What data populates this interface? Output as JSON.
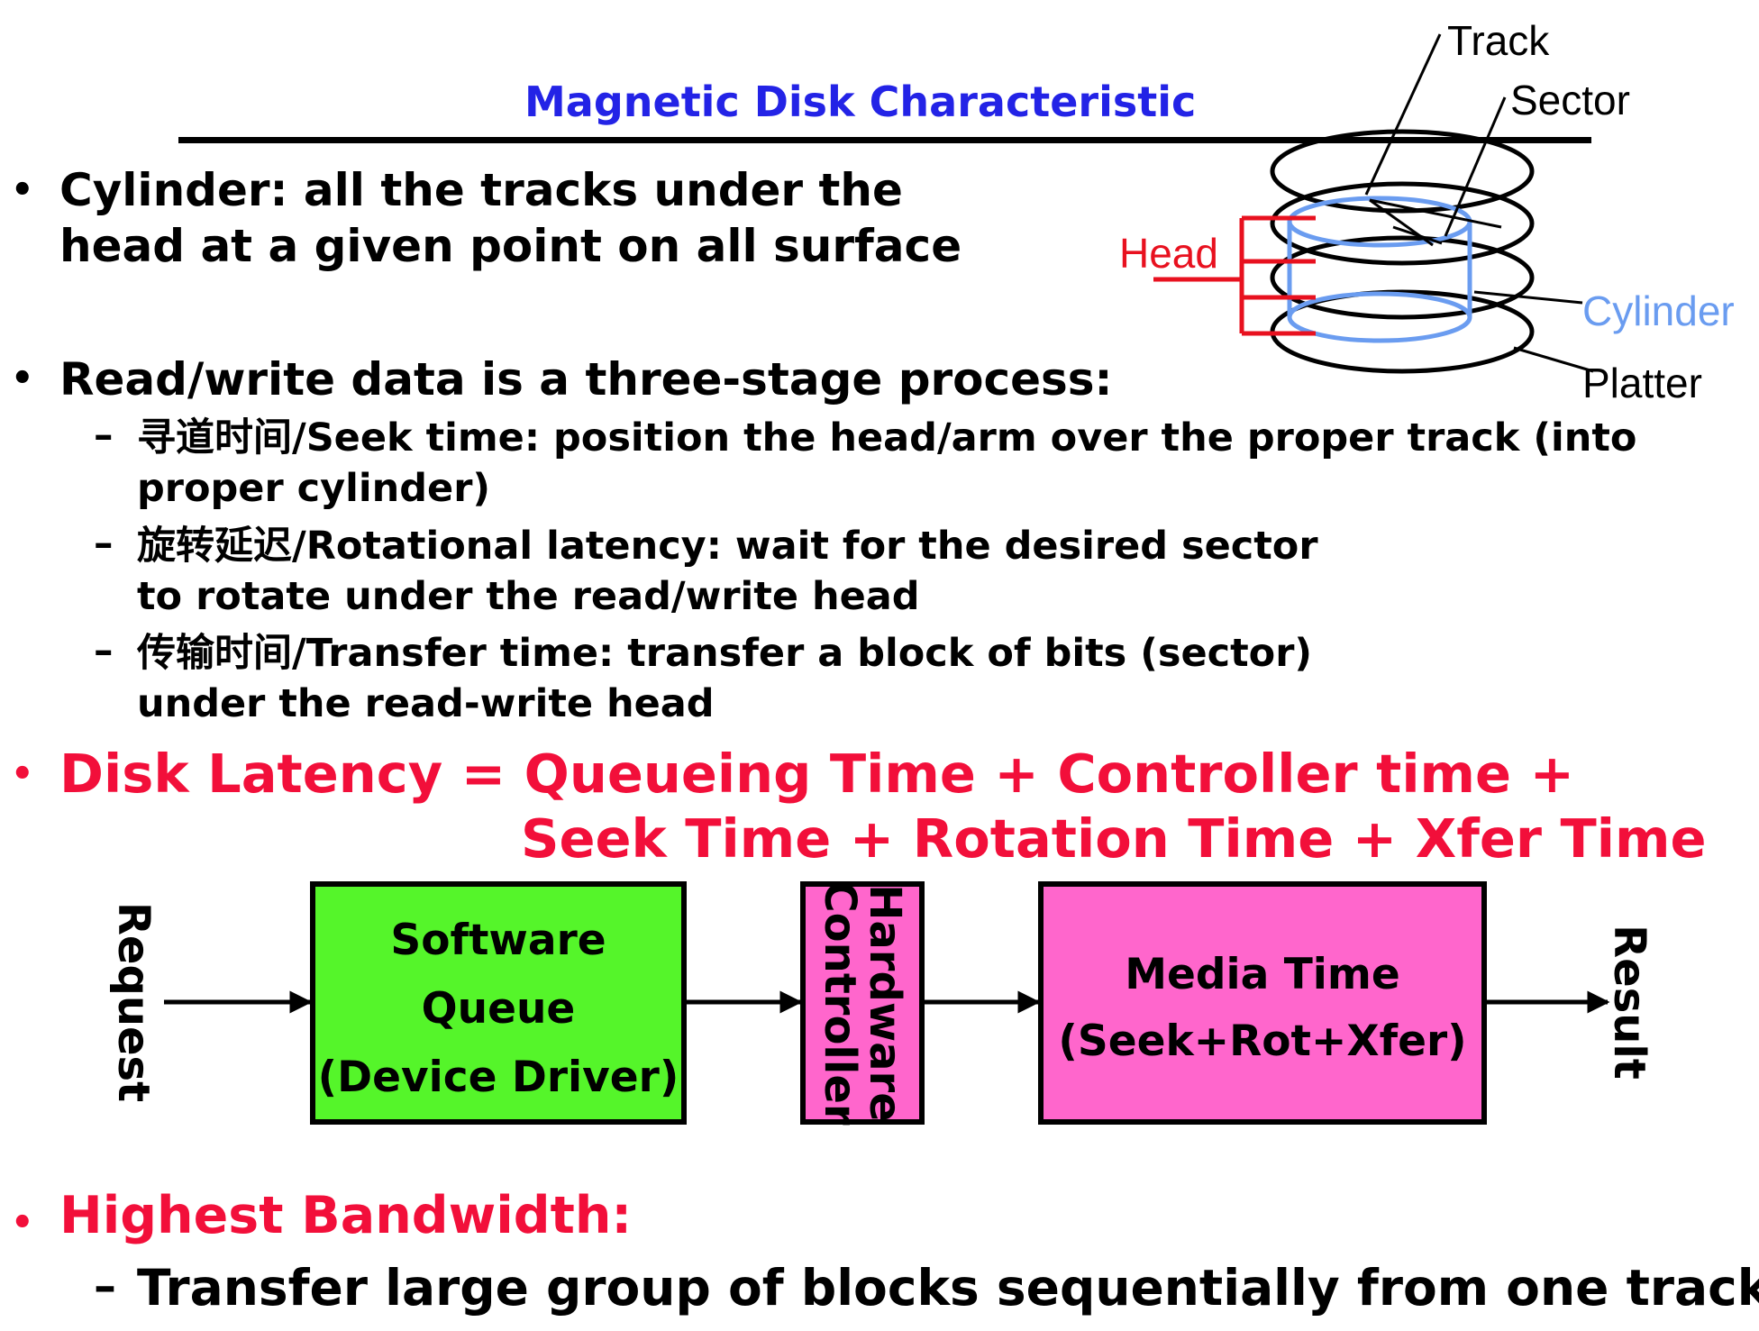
{
  "slide": {
    "title": "Magnetic Disk Characteristic"
  },
  "bullets": {
    "cylinder": {
      "line1": "Cylinder: all the tracks under the",
      "line2": "head at a given point on all surface"
    },
    "readwrite": {
      "text": "Read/write data is a three-stage process:"
    }
  },
  "stages": [
    {
      "line1": "寻道时间/Seek time: position the head/arm over the proper track (into",
      "line2": "proper cylinder)"
    },
    {
      "line1": "旋转延迟/Rotational latency: wait for the desired sector",
      "line2": "to rotate under the read/write head"
    },
    {
      "line1": "传输时间/Transfer time: transfer a block of bits (sector)",
      "line2": "under the read-write head"
    }
  ],
  "latency": {
    "line1": "Disk Latency = Queueing Time + Controller time +",
    "line2": "Seek Time + Rotation Time + Xfer Time"
  },
  "pipeline": {
    "request": "Request",
    "software": {
      "line1": "Software",
      "line2": "Queue",
      "line3": "(Device Driver)"
    },
    "hardware": {
      "line1": "Hardware",
      "line2": "Controller"
    },
    "media": {
      "line1": "Media Time",
      "line2": "(Seek+Rot+Xfer)"
    },
    "result": "Result"
  },
  "bandwidth": {
    "heading": "Highest Bandwidth:",
    "item": "Transfer large group of blocks sequentially from one track"
  },
  "disk_diagram": {
    "track": "Track",
    "sector": "Sector",
    "head": "Head",
    "cylinder": "Cylinder",
    "platter": "Platter"
  },
  "colors": {
    "title": "#2323e6",
    "red": "#f20f3a",
    "software_box": "#55f52a",
    "controller_box": "#ff66cc",
    "media_box": "#ff66cc",
    "cylinder": "#6a9cf0",
    "head": "#e8111f"
  }
}
